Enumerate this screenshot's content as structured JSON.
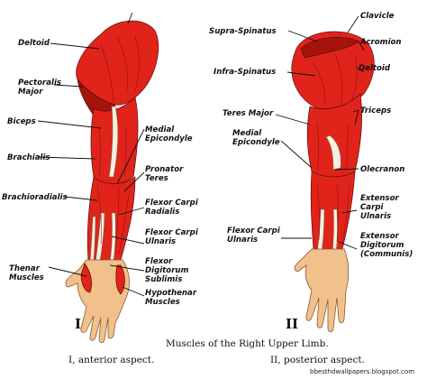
{
  "figure": {
    "left_labels": {
      "deltoid": "Deltoid",
      "pectoralis": [
        "Pectoralis",
        "Major"
      ],
      "biceps": "Biceps",
      "brachialis": "Brachialis",
      "brachioradialis": "Brachioradialis",
      "thenar": [
        "Thenar",
        "Muscles"
      ]
    },
    "center_labels": {
      "medial_epicondyle": [
        "Medial",
        "Epicondyle"
      ],
      "pronator_teres": [
        "Pronator",
        "Teres"
      ],
      "flexor_carpi_radialis": [
        "Flexor Carpi",
        "Radialis"
      ],
      "flexor_carpi_ulnaris": [
        "Flexor Carpi",
        "Ulnaris"
      ],
      "flexor_digitorum": [
        "Flexor",
        "Digitorum",
        "Sublimis"
      ],
      "hypothenar": [
        "Hypothenar",
        "Muscles"
      ]
    },
    "posterior_left_labels": {
      "supraspinatus": "Supra-Spinatus",
      "infraspinatus": "Infra-Spinatus",
      "teres_major": "Teres Major",
      "medial_epicondyle": [
        "Medial",
        "Epicondyle"
      ],
      "flexor_carpi_ulnaris": [
        "Flexor Carpi",
        "Ulnaris"
      ]
    },
    "right_labels": {
      "clavicle": "Clavicle",
      "acromion": "Acromion",
      "deltoid": "Deltoid",
      "triceps": "Triceps",
      "olecranon": "Olecranon",
      "extensor_carpi_ulnaris": [
        "Extensor",
        "Carpi",
        "Ulnaris"
      ],
      "extensor_digitorum": [
        "Extensor",
        "Digitorum",
        "(Communis)"
      ]
    },
    "numerals": {
      "anterior": "I",
      "posterior": "II"
    },
    "caption": {
      "title": "Muscles of the Right Upper Limb.",
      "anterior": "I, anterior aspect.",
      "posterior": "II, posterior aspect."
    },
    "watermark": "bbesthdwallpapers.blogspot.com",
    "colors": {
      "muscle": "#e0241b",
      "tendon": "#f7efe0",
      "skin": "#f2c08a"
    }
  }
}
